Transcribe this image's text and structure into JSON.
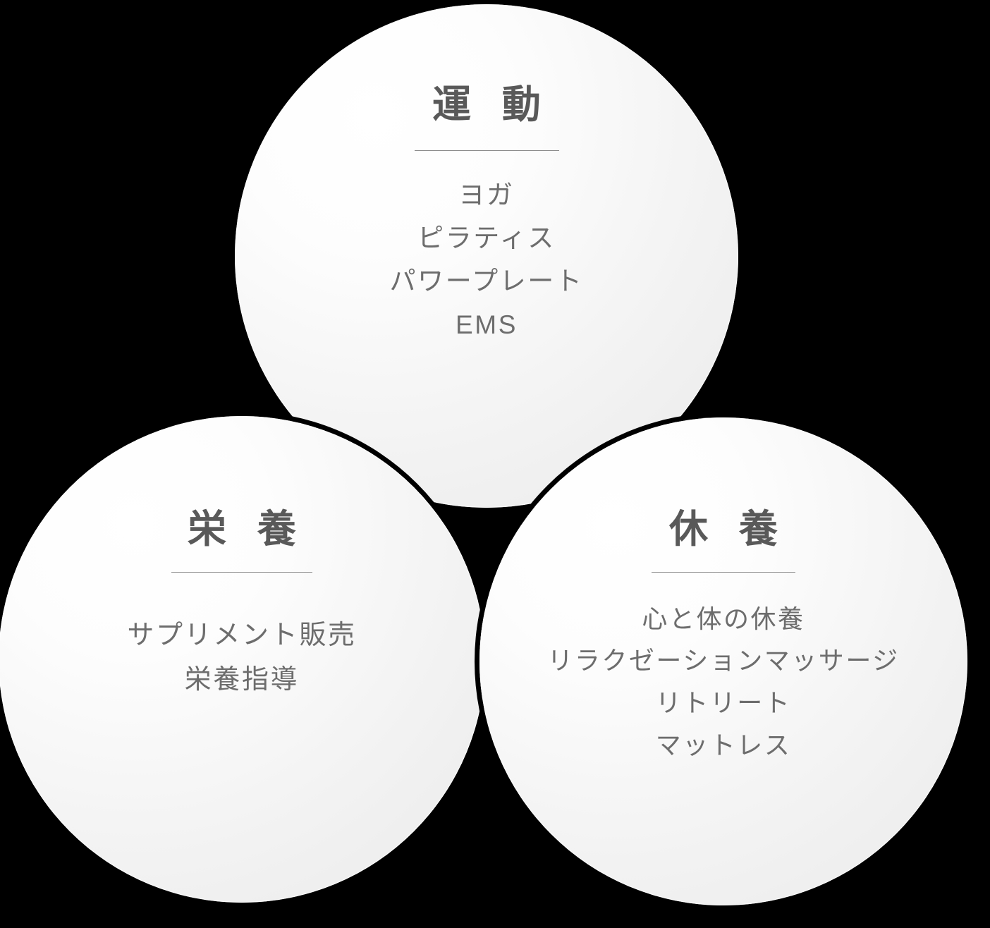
{
  "background_color": "#000000",
  "circle_fill_color": "#efefef",
  "title_color": "#595959",
  "body_text_color": "#6d6d6d",
  "divider_color": "#8c8c8c",
  "circles": [
    {
      "id": "undo",
      "title": "運 動",
      "items": [
        "ヨガ",
        "ピラティス",
        "パワープレート",
        "EMS"
      ]
    },
    {
      "id": "eiyo",
      "title": "栄 養",
      "items": [
        "サプリメント販売",
        "栄養指導"
      ]
    },
    {
      "id": "kyuyo",
      "title": "休 養",
      "items": [
        "心と体の休養",
        "リラクゼーションマッサージ",
        "リトリート",
        "マットレス"
      ]
    }
  ]
}
